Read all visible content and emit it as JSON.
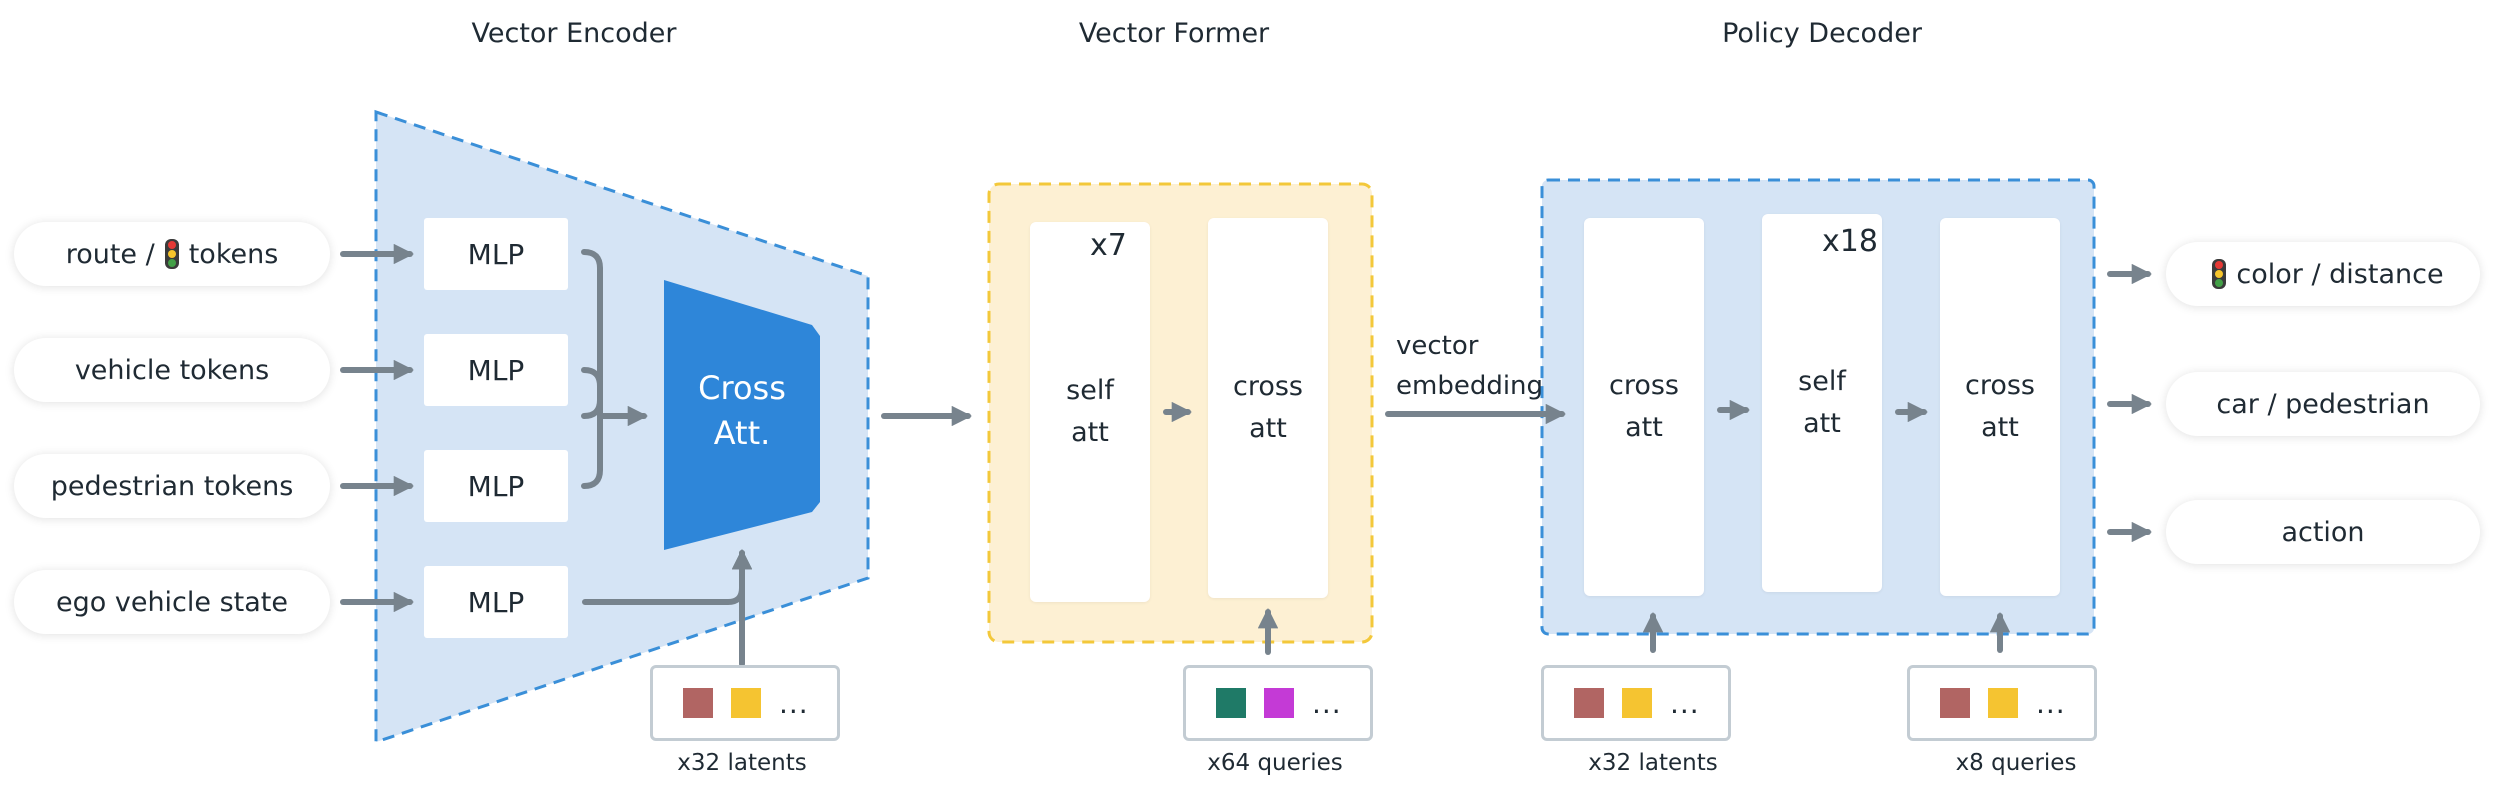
{
  "titles": {
    "encoder": "Vector Encoder",
    "former": "Vector Former",
    "decoder": "Policy Decoder"
  },
  "inputs": {
    "route_prefix": "route /",
    "route_suffix": "tokens",
    "vehicle": "vehicle tokens",
    "pedestrian": "pedestrian tokens",
    "ego": "ego vehicle state"
  },
  "encoder": {
    "mlp_label": "MLP",
    "cross_att_line1": "Cross",
    "cross_att_line2": "Att."
  },
  "former": {
    "repeat": "x7",
    "self_line1": "self",
    "self_line2": "att",
    "cross_line1": "cross",
    "cross_line2": "att"
  },
  "embedding": {
    "line1": "vector",
    "line2": "embedding"
  },
  "decoder": {
    "repeat": "x18",
    "cross_line1": "cross",
    "cross_line2": "att",
    "self_line1": "self",
    "self_line2": "att"
  },
  "outputs": {
    "light_suffix": "color / distance",
    "car": "car / pedestrian",
    "action": "action"
  },
  "token_boxes": {
    "dots": "...",
    "enc_caption": "x32 latents",
    "former_caption": "x64 queries",
    "dec_latents_caption": "x32 latents",
    "dec_queries_caption": "x8 queries"
  },
  "colors": {
    "encoder_fill": "#d5e4f5",
    "encoder_border": "#3a8fd8",
    "former_fill": "#fdf0d3",
    "former_border": "#f3c83a",
    "decoder_fill": "#d5e4f5",
    "cross_att_block": "#2e86d9",
    "arrow": "#77838d",
    "latent_red": "#b16563",
    "latent_yellow": "#f5c431",
    "query_teal": "#1f7a67",
    "query_magenta": "#c43ad6",
    "light_red": "#e53935",
    "light_yellow": "#f7c52b",
    "light_green": "#43a047"
  }
}
